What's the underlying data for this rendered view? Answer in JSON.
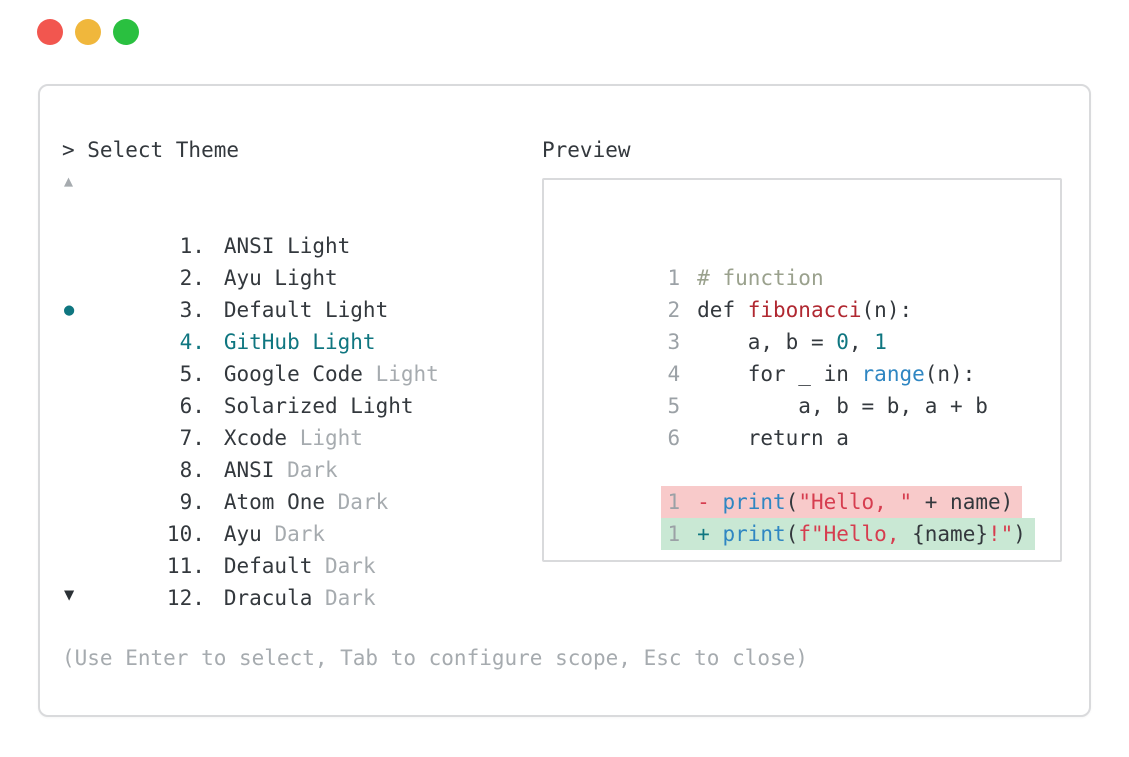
{
  "colors": {
    "text-dark": "#33383d",
    "text-dim": "#a6abaf",
    "line-number": "#9ba1a6",
    "accent-teal": "#0f7680",
    "function-red": "#b02831",
    "string-red": "#d63d4f",
    "builtin-blue": "#2f86c2",
    "comment-green": "#9aa18d",
    "removed-bg": "#f8caca",
    "added-bg": "#c9e8d4",
    "border": "#d9dadc",
    "light-red": "#f2564f",
    "light-yellow": "#f0b73c",
    "light-green": "#2ac040",
    "arrow-dark": "#2c3136"
  },
  "selector": {
    "prompt": "> Select Theme",
    "scroll_up": "▲",
    "scroll_down": "▼",
    "items": [
      {
        "number": "1.",
        "name": "ANSI Light",
        "variant": "",
        "bullet": "",
        "selected": false
      },
      {
        "number": "2.",
        "name": "Ayu Light",
        "variant": "",
        "bullet": "",
        "selected": false
      },
      {
        "number": "3.",
        "name": "Default Light",
        "variant": "",
        "bullet": "",
        "selected": false
      },
      {
        "number": "4.",
        "name": "GitHub Light",
        "variant": "",
        "bullet": "●",
        "selected": true
      },
      {
        "number": "5.",
        "name": "Google Code",
        "variant": " Light",
        "bullet": "",
        "selected": false
      },
      {
        "number": "6.",
        "name": "Solarized Light",
        "variant": "",
        "bullet": "",
        "selected": false
      },
      {
        "number": "7.",
        "name": "Xcode",
        "variant": " Light",
        "bullet": "",
        "selected": false
      },
      {
        "number": "8.",
        "name": "ANSI",
        "variant": " Dark",
        "bullet": "",
        "selected": false
      },
      {
        "number": "9.",
        "name": "Atom One",
        "variant": " Dark",
        "bullet": "",
        "selected": false
      },
      {
        "number": "10.",
        "name": "Ayu",
        "variant": " Dark",
        "bullet": "",
        "selected": false
      },
      {
        "number": "11.",
        "name": "Default",
        "variant": " Dark",
        "bullet": "",
        "selected": false
      },
      {
        "number": "12.",
        "name": "Dracula",
        "variant": " Dark",
        "bullet": "",
        "selected": false
      }
    ],
    "help": "(Use Enter to select, Tab to configure scope, Esc to close)"
  },
  "preview": {
    "label": "Preview",
    "code": [
      {
        "num": "1",
        "tokens": [
          [
            "# function",
            "comment"
          ]
        ]
      },
      {
        "num": "2",
        "tokens": [
          [
            "def ",
            "base"
          ],
          [
            "fibonacci",
            "function"
          ],
          [
            "(n):",
            "base"
          ]
        ]
      },
      {
        "num": "3",
        "tokens": [
          [
            "    a, b = ",
            "base"
          ],
          [
            "0",
            "number"
          ],
          [
            ", ",
            "base"
          ],
          [
            "1",
            "number"
          ]
        ]
      },
      {
        "num": "4",
        "tokens": [
          [
            "    for _ in ",
            "base"
          ],
          [
            "range",
            "builtin"
          ],
          [
            "(n):",
            "base"
          ]
        ]
      },
      {
        "num": "5",
        "tokens": [
          [
            "        a, b = b, a + b",
            "base"
          ]
        ]
      },
      {
        "num": "6",
        "tokens": [
          [
            "    return a",
            "base"
          ]
        ]
      }
    ],
    "diff": [
      {
        "num": "1",
        "kind": "removed",
        "tokens": [
          [
            "- ",
            "sign-removed"
          ],
          [
            "print",
            "builtin"
          ],
          [
            "(",
            "base"
          ],
          [
            "\"Hello, \"",
            "string"
          ],
          [
            " + name)",
            "base"
          ]
        ]
      },
      {
        "num": "1",
        "kind": "added",
        "tokens": [
          [
            "+ ",
            "sign-added"
          ],
          [
            "print",
            "builtin"
          ],
          [
            "(",
            "base"
          ],
          [
            "f\"Hello, ",
            "string"
          ],
          [
            "{name}",
            "base"
          ],
          [
            "!\"",
            "string"
          ],
          [
            ")",
            "base"
          ]
        ]
      }
    ]
  }
}
